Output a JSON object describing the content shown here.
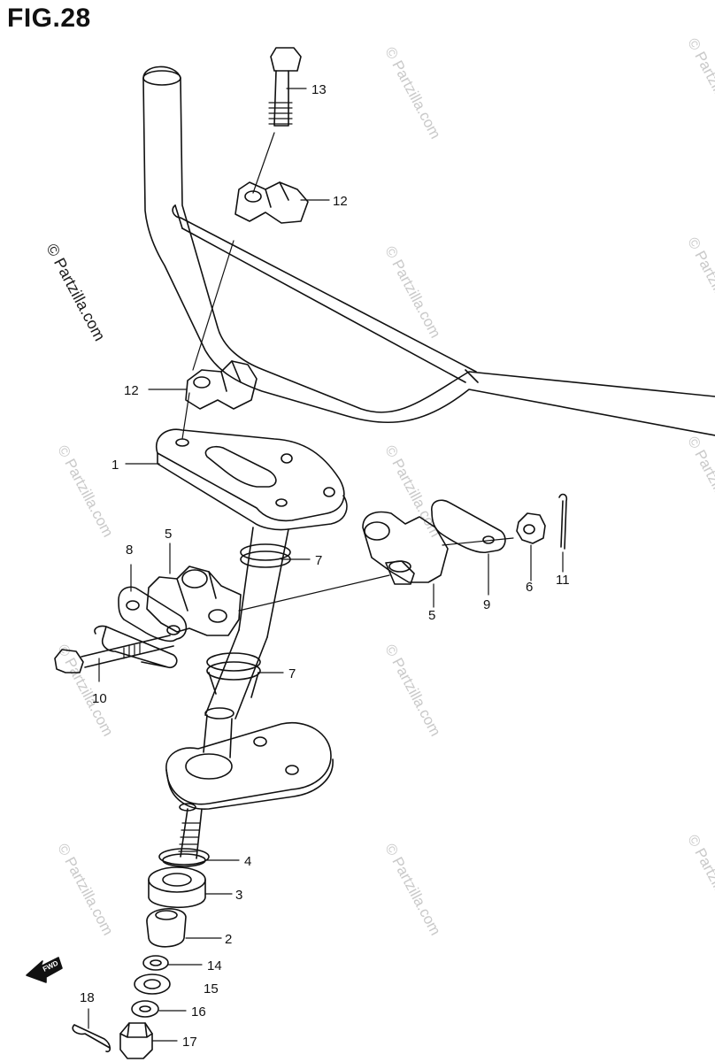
{
  "figure_title": "FIG.28",
  "watermark": "© Partzilla.com",
  "fwd_label": "FWD",
  "callouts": [
    "13",
    "12",
    "12",
    "1",
    "7",
    "8",
    "5",
    "10",
    "7",
    "5",
    "9",
    "6",
    "11",
    "4",
    "3",
    "2",
    "14",
    "15",
    "16",
    "17",
    "18"
  ]
}
